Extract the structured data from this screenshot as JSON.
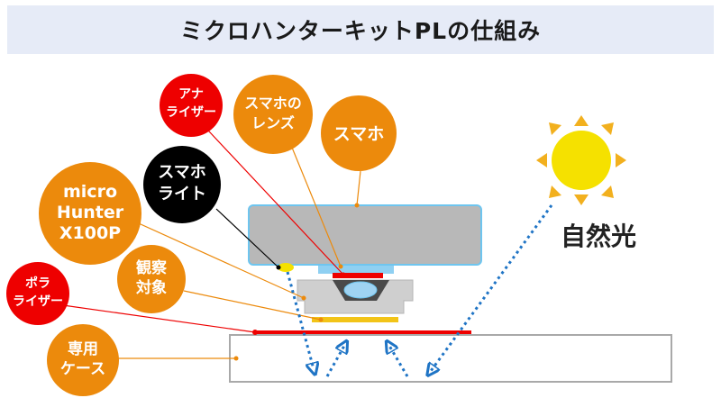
{
  "title": "ミクロハンターキットPLの仕組み",
  "labels": {
    "analyzer": [
      "アナ",
      "ライザー"
    ],
    "phone_lens": [
      "スマホの",
      "レンズ"
    ],
    "phone": [
      "スマホ"
    ],
    "phone_light": [
      "スマホ",
      "ライト"
    ],
    "micro_hunter": [
      "micro",
      "Hunter",
      "X100P"
    ],
    "observed_object": [
      "観察",
      "対象"
    ],
    "polarizer": [
      "ポラ",
      "ライザー"
    ],
    "dedicated_case": [
      "専用",
      "ケース"
    ]
  },
  "natural_light": "自然光",
  "colors": {
    "orange": "#ec8a0c",
    "red": "#ee0000",
    "black": "#000000",
    "phone_body": "#b8b8b8",
    "phone_border": "#6ec5ef",
    "arrow_blue": "#1f74c5",
    "sun": "#f5e100",
    "sun_rays": "#f2b01e",
    "sample_yellow": "#f2c418"
  }
}
